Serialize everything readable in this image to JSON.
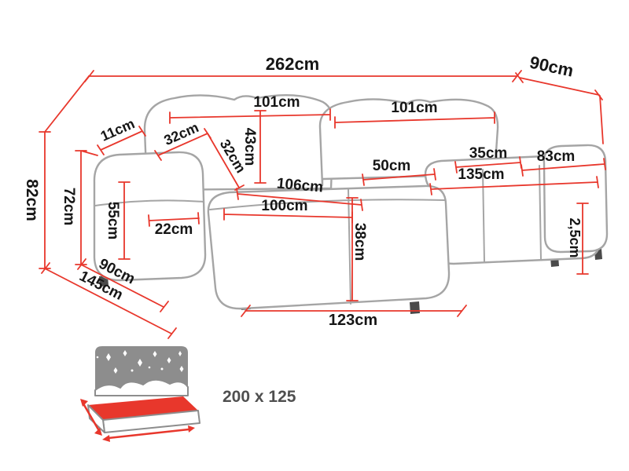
{
  "colors": {
    "dimension_red": "#e8372c",
    "sofa_outline_gray": "#a5a5a5",
    "label_text": "#161616",
    "icon_gray": "#8d8d8d",
    "icon_red": "#e8372c"
  },
  "dims": {
    "d262": "262cm",
    "d90_top": "90cm",
    "d101_left": "101cm",
    "d101_right": "101cm",
    "d11": "11cm",
    "d32_upper": "32cm",
    "d32_lower": "32cm",
    "d43": "43cm",
    "d82": "82cm",
    "d72": "72cm",
    "d55": "55cm",
    "d22": "22cm",
    "d90_side": "90cm",
    "d145": "145cm",
    "d106": "106cm",
    "d100": "100cm",
    "d38": "38cm",
    "d50": "50cm",
    "d35": "35cm",
    "d83": "83cm",
    "d135": "135cm",
    "d25": "2,5cm",
    "d123": "123cm"
  },
  "sleeping_area": {
    "value": "200 x 125"
  }
}
